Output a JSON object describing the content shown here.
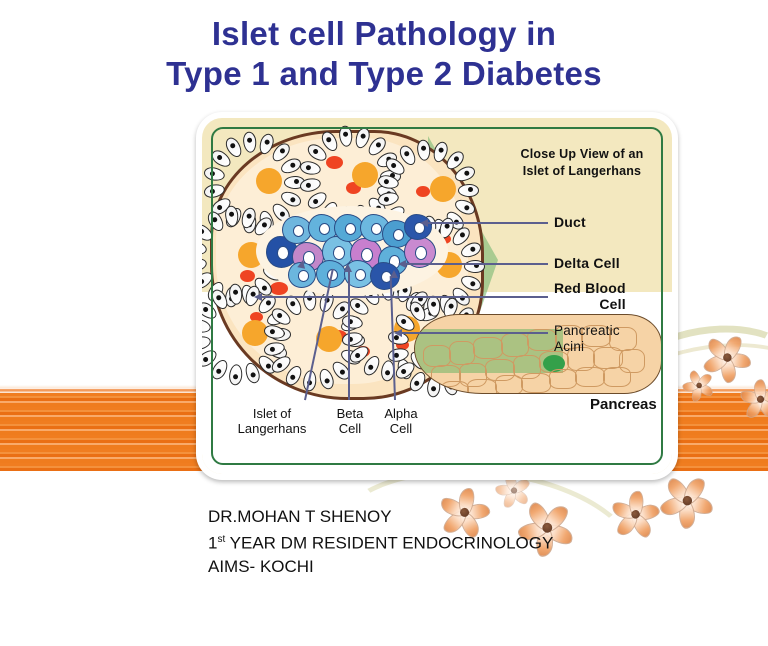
{
  "slide": {
    "title_line1": "Islet cell Pathology in",
    "title_line2": "Type 1 and Type 2 Diabetes",
    "title_color": "#2e3192",
    "accent_color": "#f07d20",
    "frame_color": "#2f7a43",
    "panel_color": "#f3e8bf"
  },
  "diagram": {
    "legend_header_line1": "Close Up View of an",
    "legend_header_line2": "Islet of Langerhans",
    "labels": {
      "duct": "Duct",
      "delta_cell": "Delta Cell",
      "red_blood_line1": "Red Blood",
      "red_blood_line2": "Cell",
      "pancreatic_line1": "Pancreatic",
      "pancreatic_line2": "Acini",
      "islet_line1": "Islet of",
      "islet_line2": "Langerhans",
      "beta_line1": "Beta",
      "beta_line2": "Cell",
      "alpha_line1": "Alpha",
      "alpha_line2": "Cell",
      "pancreas": "Pancreas"
    }
  },
  "footer": {
    "presenter": "DR.MOHAN T SHENOY",
    "role_prefix": "1",
    "role_sup": "st",
    "role_rest": " YEAR DM RESIDENT ENDOCRINOLOGY",
    "institution": "AIMS- KOCHI"
  }
}
